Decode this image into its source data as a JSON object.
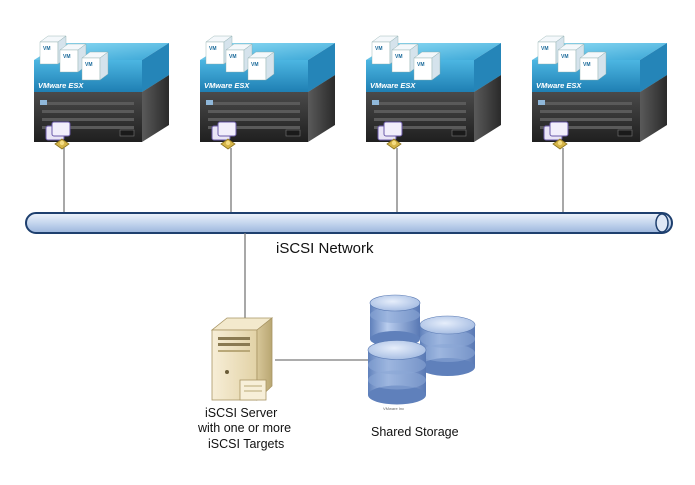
{
  "hosts": [
    {
      "product_label": "VMware ESX",
      "vm_labels": [
        "VM",
        "VM",
        "VM"
      ]
    },
    {
      "product_label": "VMware ESX",
      "vm_labels": [
        "VM",
        "VM",
        "VM"
      ]
    },
    {
      "product_label": "VMware ESX",
      "vm_labels": [
        "VM",
        "VM",
        "VM"
      ]
    },
    {
      "product_label": "VMware ESX",
      "vm_labels": [
        "VM",
        "VM",
        "VM"
      ]
    }
  ],
  "network": {
    "label": "iSCSI Network",
    "colors": {
      "fill": "#c9daf0",
      "stroke": "#1e3f6e"
    }
  },
  "server": {
    "label_lines": [
      "iSCSI Server",
      "with one or more",
      "iSCSI Targets"
    ]
  },
  "storage": {
    "label": "Shared Storage",
    "brand_label": "VMware Inc",
    "colors": {
      "disk_top": "#c3d4ee",
      "disk_body": "#7f9fd0",
      "disk_dark": "#3f5f97"
    }
  },
  "colors": {
    "host_top": "#5bc3e6",
    "host_side": "#2d8fbf",
    "host_server": "#3a3a3a",
    "connector": "#7a7a7a"
  }
}
